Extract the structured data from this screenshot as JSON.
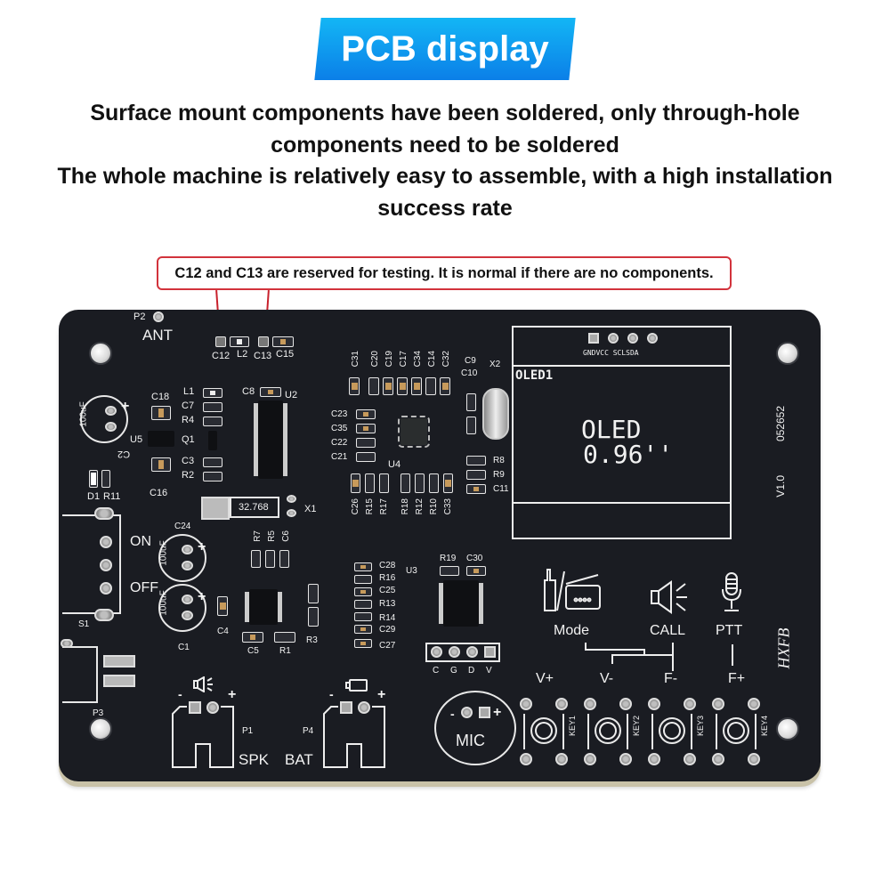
{
  "header": {
    "title": "PCB display",
    "accent_color": "#0b7fe8",
    "description_lines": [
      "Surface mount components have been soldered, only through-hole",
      "components need to be soldered",
      "The whole machine is relatively easy to assemble, with a high installation",
      "success rate"
    ]
  },
  "callout": {
    "text": "C12 and C13 are reserved for testing. It is normal if there are no components.",
    "border_color": "#d2333c"
  },
  "pcb": {
    "board_color": "#1a1c22",
    "labels": {
      "p2": "P2",
      "ant": "ANT",
      "c12": "C12",
      "l2": "L2",
      "c13": "C13",
      "c15": "C15",
      "c18": "C18",
      "l1": "L1",
      "c7": "C7",
      "r4": "R4",
      "q1": "Q1",
      "c3": "C3",
      "r2": "R2",
      "c8": "C8",
      "u2": "U2",
      "u5": "U5",
      "c16": "C16",
      "c2": "C2",
      "d1": "D1",
      "r11": "R11",
      "cap_value": "100uF",
      "crystal": "32.768",
      "x1": "X1",
      "c31": "C31",
      "c20": "C20",
      "c19": "C19",
      "c17": "C17",
      "c34": "C34",
      "c14": "C14",
      "c32": "C32",
      "c9": "C9",
      "c10": "C10",
      "x2": "X2",
      "c23": "C23",
      "c35": "C35",
      "c22": "C22",
      "c21": "C21",
      "u4": "U4",
      "r8": "R8",
      "r9": "R9",
      "c11": "C11",
      "c26": "C26",
      "r15": "R15",
      "r17": "R17",
      "r18": "R18",
      "r12": "R12",
      "r10": "R10",
      "c33": "C33",
      "on": "ON",
      "off": "OFF",
      "s1": "S1",
      "c24": "C24",
      "c1": "C1",
      "r7": "R7",
      "r5": "R5",
      "c6": "C6",
      "c4": "C4",
      "c5": "C5",
      "r1": "R1",
      "r3": "R3",
      "c28": "C28",
      "r16": "R16",
      "c25": "C25",
      "r13": "R13",
      "r14": "R14",
      "c29": "C29",
      "c27": "C27",
      "u3": "U3",
      "r19": "R19",
      "c30": "C30",
      "cgdv": [
        "C",
        "G",
        "D",
        "V"
      ],
      "p3": "P3",
      "p1": "P1",
      "p4": "P4",
      "spk": "SPK",
      "bat": "BAT",
      "minus": "-",
      "plus": "+",
      "mic": "MIC",
      "version": "V1.0",
      "serial": "052652",
      "signature": "HXFB"
    },
    "oled": {
      "pins": "GNDVCC SCLSDA",
      "designator": "OLED1",
      "line1": "OLED",
      "line2": "0.96''"
    },
    "functions": {
      "mode": "Mode",
      "call": "CALL",
      "ptt": "PTT"
    },
    "keys": [
      {
        "label": "V+",
        "id": "KEY1"
      },
      {
        "label": "V-",
        "id": "KEY2"
      },
      {
        "label": "F-",
        "id": "KEY3"
      },
      {
        "label": "F+",
        "id": "KEY4"
      }
    ]
  }
}
